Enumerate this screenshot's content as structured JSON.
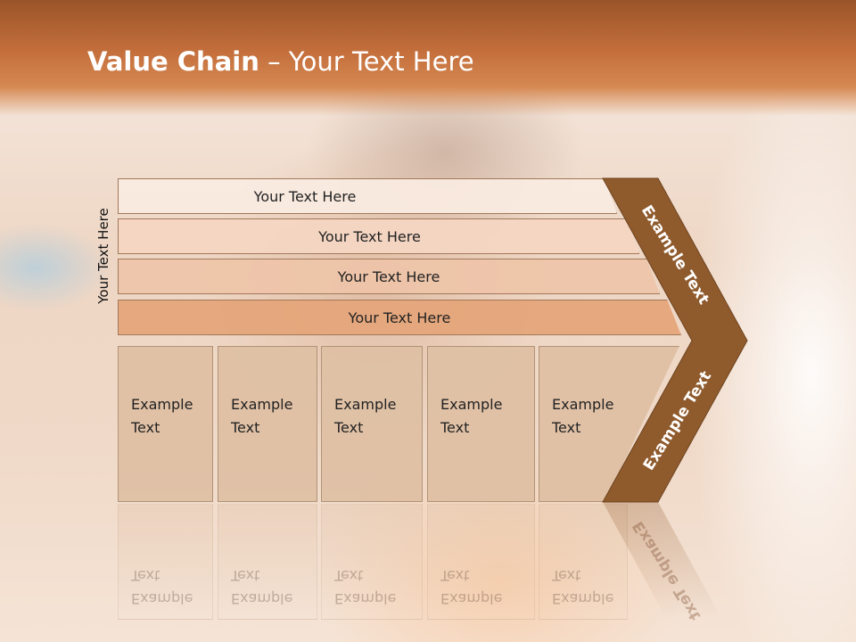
{
  "slide": {
    "title_bold": "Value Chain",
    "title_rest": " – Your Text Here",
    "side_label": "Your Text Here"
  },
  "bars": [
    {
      "label": "Your Text Here"
    },
    {
      "label": "Your Text Here"
    },
    {
      "label": "Your Text Here"
    },
    {
      "label": "Your Text Here"
    }
  ],
  "cells": [
    {
      "line1": "Example",
      "line2": "Text"
    },
    {
      "line1": "Example",
      "line2": "Text"
    },
    {
      "line1": "Example",
      "line2": "Text"
    },
    {
      "line1": "Example",
      "line2": "Text"
    },
    {
      "line1": "Example",
      "line2": "Text"
    }
  ],
  "chevron": {
    "upper_label": "Example Text",
    "lower_label": "Example Text",
    "color": "#8f5a2c"
  },
  "colors": {
    "header": "#c46f3c",
    "bar_darkest": "#e5a57a"
  }
}
